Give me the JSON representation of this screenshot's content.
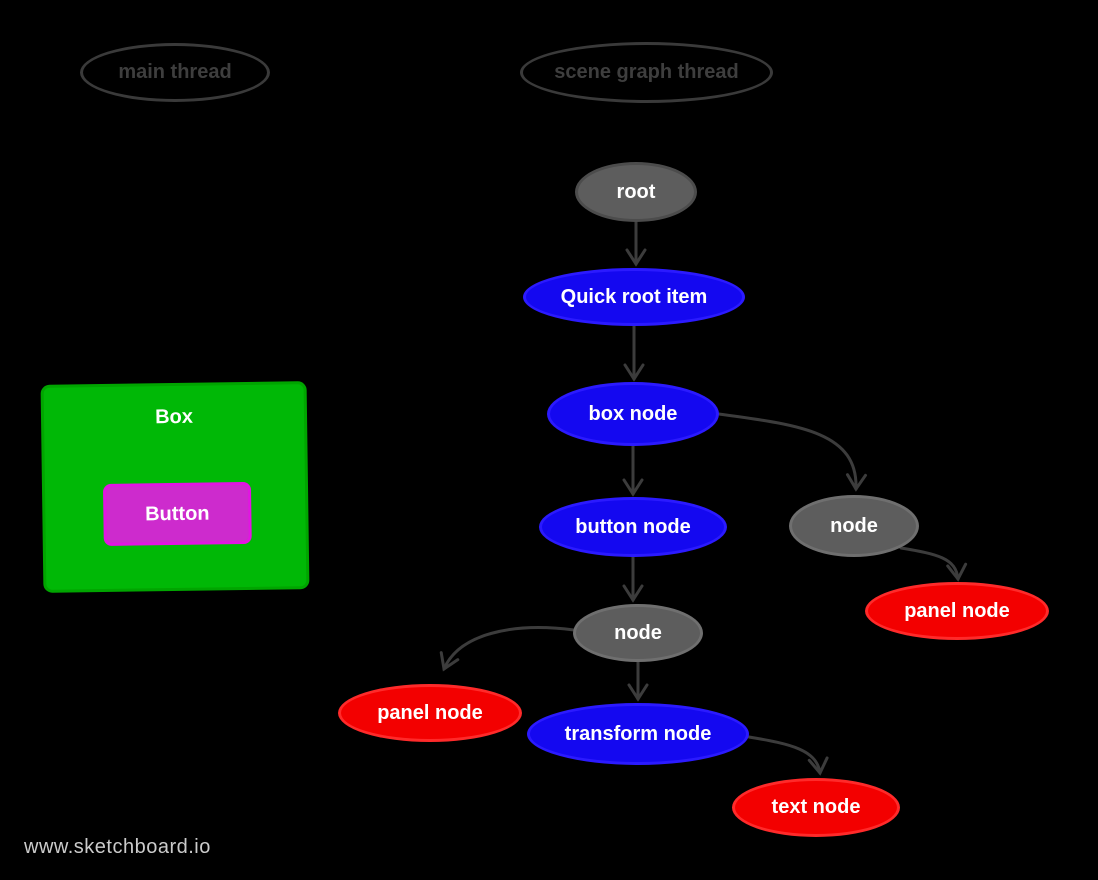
{
  "watermark": "www.sketchboard.io",
  "threads": {
    "main": {
      "label": "main thread"
    },
    "scene": {
      "label": "scene graph thread"
    }
  },
  "ui_mock": {
    "box_label": "Box",
    "button_label": "Button"
  },
  "graph": {
    "nodes": [
      {
        "id": "root",
        "label": "root",
        "color": "gray"
      },
      {
        "id": "quick-root-item",
        "label": "Quick root item",
        "color": "blue"
      },
      {
        "id": "box-node",
        "label": "box node",
        "color": "blue"
      },
      {
        "id": "button-node",
        "label": "button node",
        "color": "blue"
      },
      {
        "id": "node-right",
        "label": "node",
        "color": "gray"
      },
      {
        "id": "panel-node-right",
        "label": "panel node",
        "color": "red"
      },
      {
        "id": "node-mid",
        "label": "node",
        "color": "gray"
      },
      {
        "id": "panel-node-left",
        "label": "panel node",
        "color": "red"
      },
      {
        "id": "transform-node",
        "label": "transform node",
        "color": "blue"
      },
      {
        "id": "text-node",
        "label": "text node",
        "color": "red"
      }
    ],
    "edges": [
      {
        "from": "root",
        "to": "quick-root-item"
      },
      {
        "from": "quick-root-item",
        "to": "box-node"
      },
      {
        "from": "box-node",
        "to": "button-node"
      },
      {
        "from": "box-node",
        "to": "node-right"
      },
      {
        "from": "node-right",
        "to": "panel-node-right"
      },
      {
        "from": "button-node",
        "to": "node-mid"
      },
      {
        "from": "node-mid",
        "to": "panel-node-left"
      },
      {
        "from": "node-mid",
        "to": "transform-node"
      },
      {
        "from": "transform-node",
        "to": "text-node"
      }
    ]
  },
  "colors": {
    "background": "#000000",
    "node_blue": "#1408f0",
    "node_blue_border": "#2b1aff",
    "node_gray": "#5d5d5d",
    "node_gray_border": "#6f6f6f",
    "node_red": "#f30000",
    "node_red_border": "#ff2a2a",
    "box_green": "#00b806",
    "button_magenta": "#cd2bcd",
    "button_magenta_border": "#e215e2",
    "edge": "#3c3c3c",
    "thread_outline": "#3a3a3a",
    "watermark_text": "#cbcbcb"
  }
}
